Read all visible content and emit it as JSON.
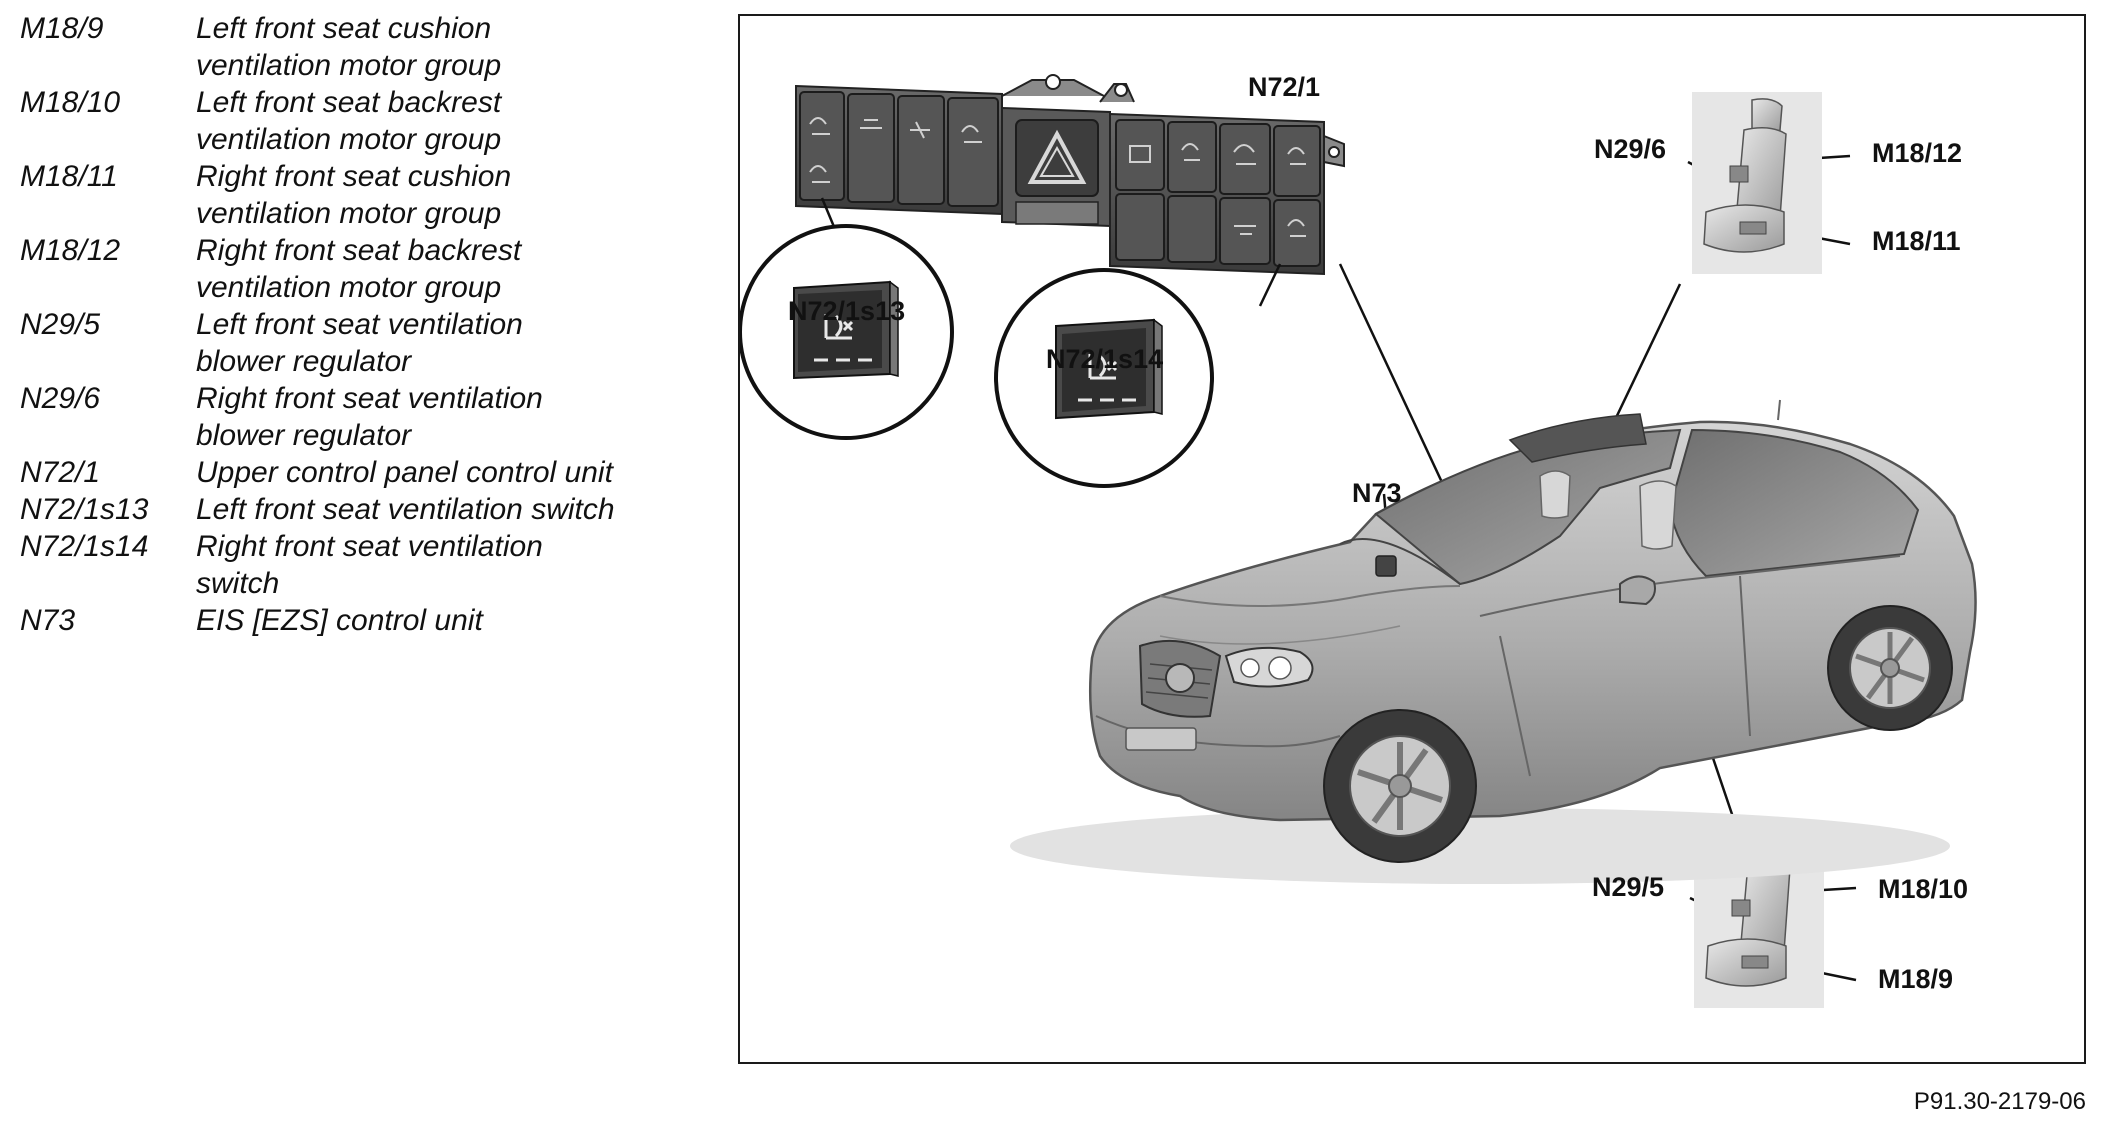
{
  "legend": [
    {
      "code": "M18/9",
      "desc": "Left front seat cushion\nventilation motor group"
    },
    {
      "code": "M18/10",
      "desc": "Left front seat backrest\nventilation motor group"
    },
    {
      "code": "M18/11",
      "desc": "Right front seat cushion\nventilation motor group"
    },
    {
      "code": "M18/12",
      "desc": "Right front seat backrest\nventilation motor group"
    },
    {
      "code": "N29/5",
      "desc": "Left front seat ventilation\nblower regulator"
    },
    {
      "code": "N29/6",
      "desc": "Right front seat ventilation\nblower regulator"
    },
    {
      "code": "N72/1",
      "desc": "Upper control panel control unit"
    },
    {
      "code": "N72/1s13",
      "desc": "Left front seat ventilation switch"
    },
    {
      "code": "N72/1s14",
      "desc": "Right front seat ventilation\nswitch"
    },
    {
      "code": "N73",
      "desc": "EIS [EZS] control unit"
    }
  ],
  "callouts": {
    "n72_1": "N72/1",
    "n72_1s13": "N72/1s13",
    "n72_1s14": "N72/1s14",
    "n73": "N73",
    "n29_6": "N29/6",
    "m18_12": "M18/12",
    "m18_11": "M18/11",
    "n29_5": "N29/5",
    "m18_10": "M18/10",
    "m18_9": "M18/9"
  },
  "figure_id": "P91.30-2179-06",
  "colors": {
    "car_body": "#b3b3b3",
    "panel": "#4a4a4a",
    "switch_dark": "#2b2b2b"
  }
}
